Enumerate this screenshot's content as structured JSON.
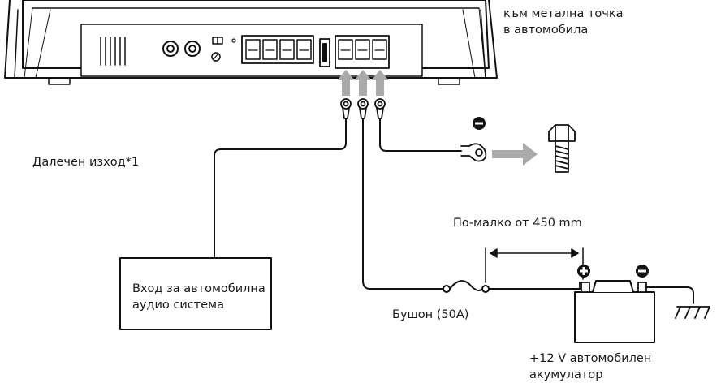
{
  "labels": {
    "metal_point_line1": "към метална точка",
    "metal_point_line2": "в автомобила",
    "remote_output": "Далечен изход*1",
    "input_line1": "Вход за автомобилна",
    "input_line2": "аудио система",
    "fuse": "Бушон (50A)",
    "distance": "По-малко от 450 mm",
    "battery_line1": "+12 V автомобилен",
    "battery_line2": "акумулатор"
  },
  "icons": [
    "minus-terminal-icon",
    "plus-terminal-icon",
    "bolt-icon",
    "arrow-right-icon",
    "ground-symbol-icon",
    "fuse-icon"
  ]
}
